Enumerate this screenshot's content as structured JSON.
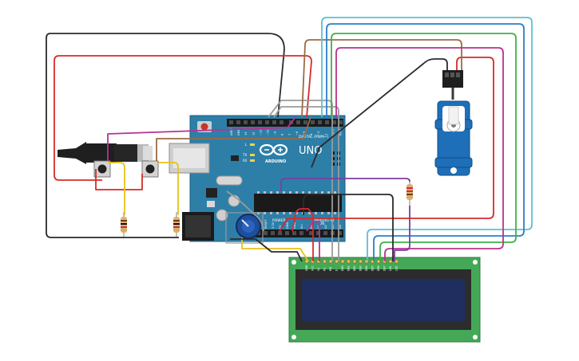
{
  "board": {
    "brand": "ARDUINO",
    "model": "UNO",
    "digital_label": "DIGITAL (PWM~)",
    "analog_label": "ANALOG IN",
    "power_label": "POWER",
    "tx": "TX",
    "rx": "RX",
    "l": "L",
    "on": "ON",
    "digital_pins": [
      "AREF",
      "GND",
      "13",
      "12",
      "~11",
      "~10",
      "~9",
      "8",
      "7",
      "~6",
      "~5",
      "4",
      "~3",
      "2",
      "TX 1",
      "RX 0"
    ],
    "power_pins": [
      "IOREF",
      "RESET",
      "3.3V",
      "5V",
      "GND",
      "GND",
      "Vin"
    ],
    "analog_pins": [
      "A0",
      "A1",
      "A2",
      "A3",
      "A4",
      "A5"
    ]
  },
  "lcd": {
    "pins": [
      "GND",
      "VCC",
      "V0",
      "RS",
      "RW",
      "E",
      "DB0",
      "DB1",
      "DB2",
      "DB3",
      "DB4",
      "DB5",
      "DB6",
      "DB7",
      "LED",
      "LED"
    ]
  },
  "colors": {
    "black": "#2b2b2b",
    "red": "#d62b2b",
    "green": "#3cb34a",
    "blue": "#2a7fc9",
    "cyan": "#5bc0d6",
    "brown": "#9b6b45",
    "magenta": "#b8328f",
    "purple": "#7a3fa0",
    "gray": "#9a9a9a",
    "yellow": "#e8c21a",
    "board": "#2d7fa8",
    "pcb_green": "#44a857",
    "screen": "#1f2e5e",
    "servo": "#1e6fb8"
  }
}
